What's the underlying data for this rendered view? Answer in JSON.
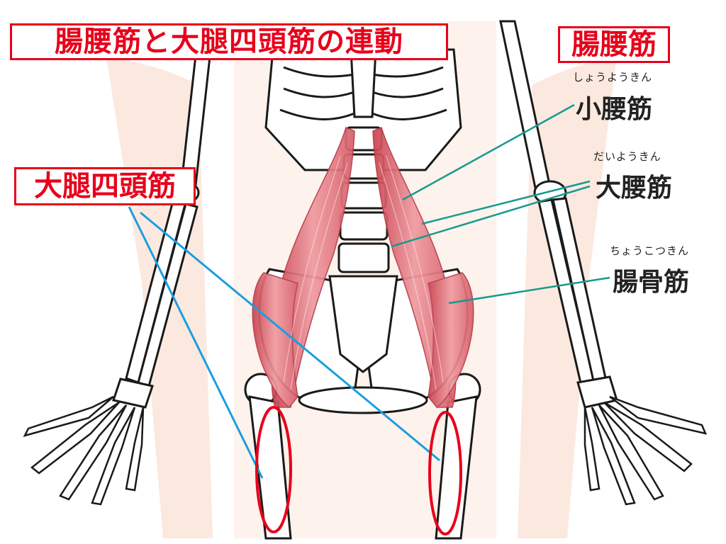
{
  "title": "腸腰筋と大腿四頭筋の連動",
  "labels": {
    "iliopsoas": "腸腰筋",
    "quadriceps": "大腿四頭筋",
    "psoas_minor": {
      "reading": "しょうようきん",
      "name": "小腰筋"
    },
    "psoas_major": {
      "reading": "だいようきん",
      "name": "大腰筋"
    },
    "iliacus": {
      "reading": "ちょうこつきん",
      "name": "腸骨筋"
    }
  },
  "colors": {
    "label_red": "#e8001b",
    "teal_leader": "#17998f",
    "blue_leader": "#1a9ee0",
    "muscle": "#dc6a72",
    "skin": "#fbe9df"
  }
}
